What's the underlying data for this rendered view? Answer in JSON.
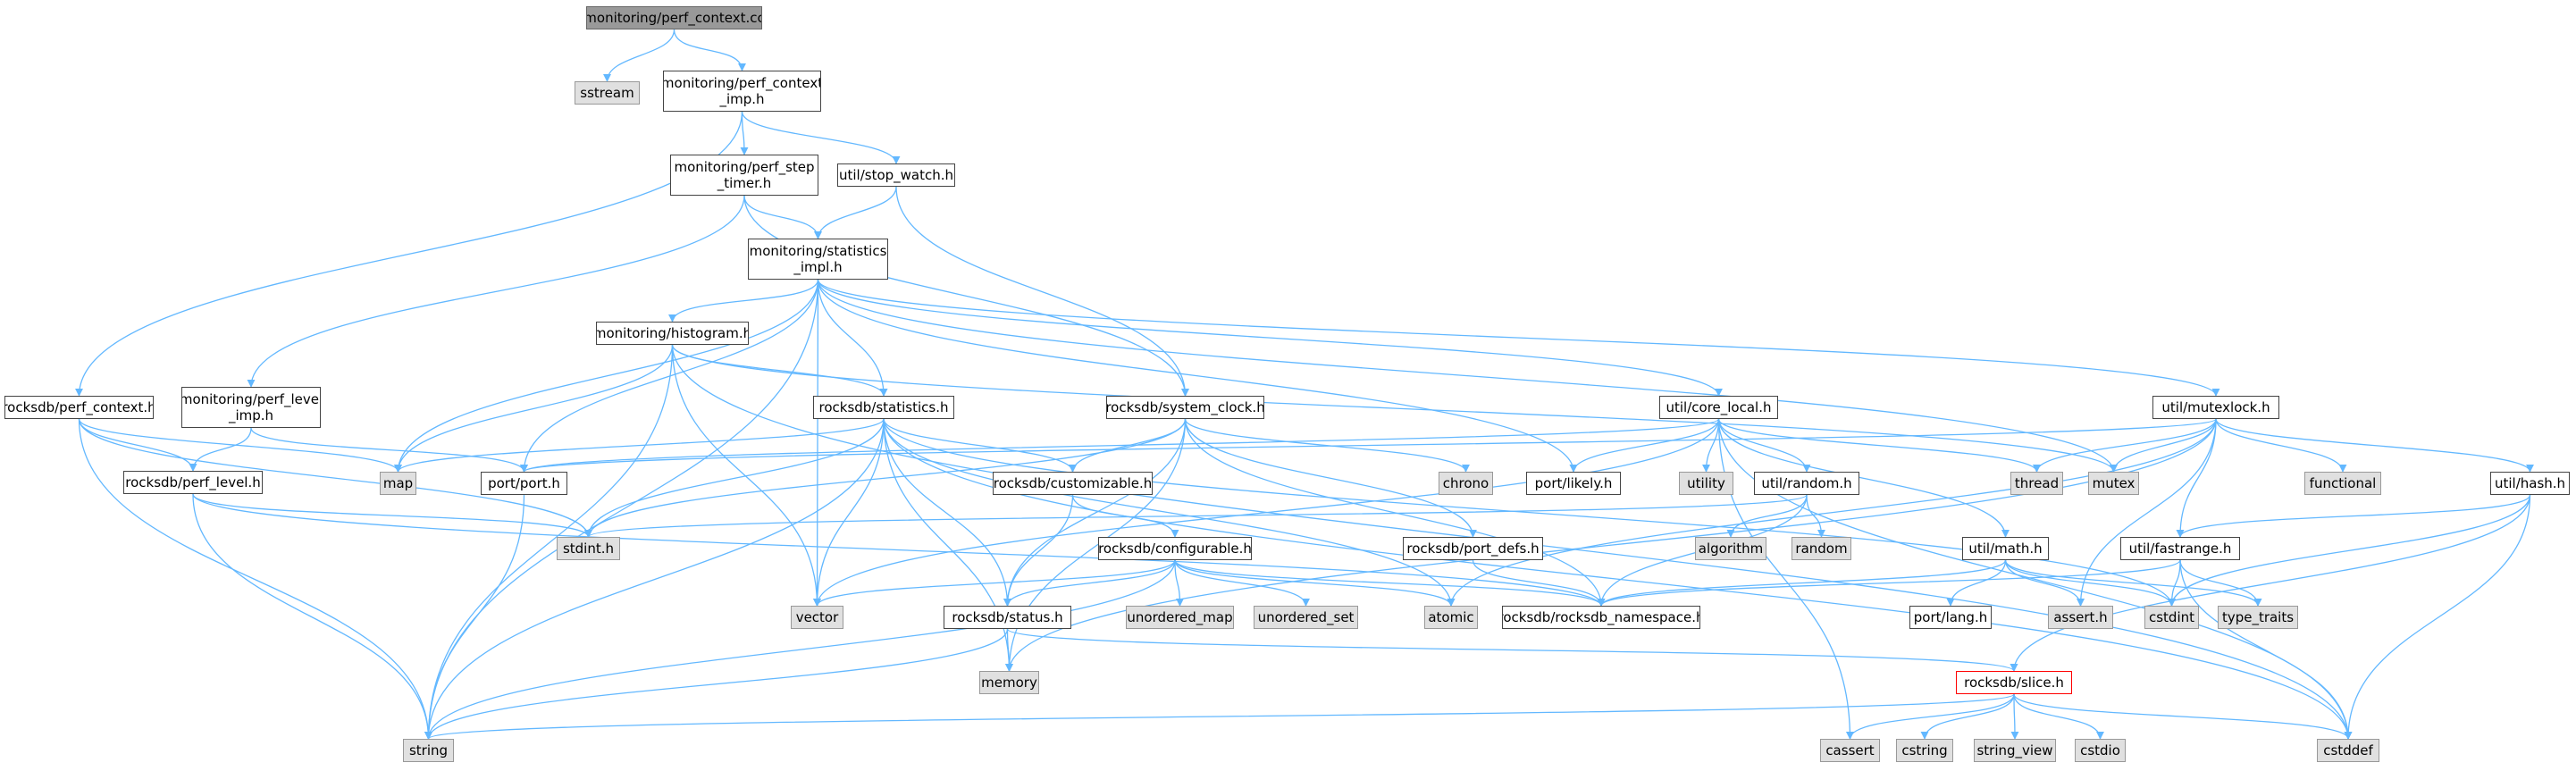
{
  "diagram": {
    "type": "include-dependency-graph",
    "edge_color": "#63b8ff",
    "node_colors": {
      "root_fill": "#999999",
      "header_fill": "#ffffff",
      "system_fill": "#e0e0e0",
      "highlight_border": "#ff0000"
    },
    "nodes": {
      "perf_context_cc": "monitoring/perf_context.cc",
      "sstream": "sstream",
      "perf_context_imp": "monitoring/perf_context\n_imp.h",
      "perf_step_timer": "monitoring/perf_step\n_timer.h",
      "stop_watch": "util/stop_watch.h",
      "statistics_impl": "monitoring/statistics\n_impl.h",
      "histogram": "monitoring/histogram.h",
      "rocksdb_perf_context": "rocksdb/perf_context.h",
      "perf_level_imp": "monitoring/perf_level\n_imp.h",
      "rocksdb_perf_level": "rocksdb/perf_level.h",
      "map": "map",
      "port_port": "port/port.h",
      "rocksdb_statistics": "rocksdb/statistics.h",
      "system_clock": "rocksdb/system_clock.h",
      "chrono": "chrono",
      "port_likely": "port/likely.h",
      "core_local": "util/core_local.h",
      "utility": "utility",
      "thread": "thread",
      "mutex": "mutex",
      "mutexlock": "util/mutexlock.h",
      "functional": "functional",
      "util_hash": "util/hash.h",
      "stdint": "stdint.h",
      "customizable": "rocksdb/customizable.h",
      "util_random": "util/random.h",
      "algorithm": "algorithm",
      "random": "random",
      "configurable": "rocksdb/configurable.h",
      "port_defs": "rocksdb/port_defs.h",
      "util_math": "util/math.h",
      "fastrange": "util/fastrange.h",
      "vector": "vector",
      "rocksdb_status": "rocksdb/status.h",
      "unordered_map": "unordered_map",
      "unordered_set": "unordered_set",
      "atomic": "atomic",
      "rocksdb_namespace": "rocksdb/rocksdb_namespace.h",
      "port_lang": "port/lang.h",
      "assert_h": "assert.h",
      "cstdint": "cstdint",
      "type_traits": "type_traits",
      "memory": "memory",
      "rocksdb_slice": "rocksdb/slice.h",
      "string": "string",
      "cassert": "cassert",
      "cstring": "cstring",
      "string_view": "string_view",
      "cstdio": "cstdio",
      "cstddef": "cstddef"
    }
  }
}
